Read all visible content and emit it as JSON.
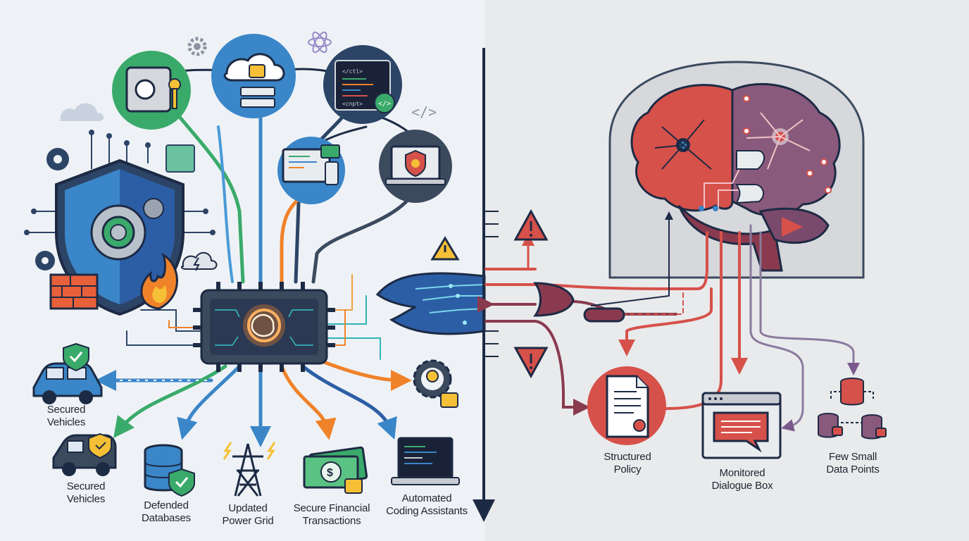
{
  "colors": {
    "navy": "#1d2a44",
    "green": "#3aaa6a",
    "blue": "#3a86c8",
    "orange": "#f0822a",
    "teal": "#2fb3b8",
    "red": "#d6514a",
    "maroon": "#8a3a4e",
    "purple": "#7a5a8c"
  },
  "left_labels": [
    {
      "id": "secured-vehicles-1",
      "line1": "Secured",
      "line2": "Vehicles"
    },
    {
      "id": "secured-vehicles-2",
      "line1": "Secured",
      "line2": "Vehicles"
    },
    {
      "id": "defended-databases",
      "line1": "Defended",
      "line2": "Databases"
    },
    {
      "id": "updated-power-grid",
      "line1": "Updated",
      "line2": "Power Grid"
    },
    {
      "id": "secure-financial-transactions",
      "line1": "Secure Financial",
      "line2": "Transactions"
    },
    {
      "id": "automated-coding-assistants",
      "line1": "Automated",
      "line2": "Coding Assistants"
    }
  ],
  "right_labels": [
    {
      "id": "structured-policy",
      "line1": "Structured",
      "line2": "Policy"
    },
    {
      "id": "monitored-dialogue-box",
      "line1": "Monitored",
      "line2": "Dialogue Box"
    },
    {
      "id": "few-small-data-points",
      "line1": "Few Small",
      "line2": "Data Points"
    }
  ],
  "code_tags": {
    "tag1": "</ctl>",
    "tag2": "<cnpt>",
    "tag3": "</>",
    "tag4": "</>"
  }
}
